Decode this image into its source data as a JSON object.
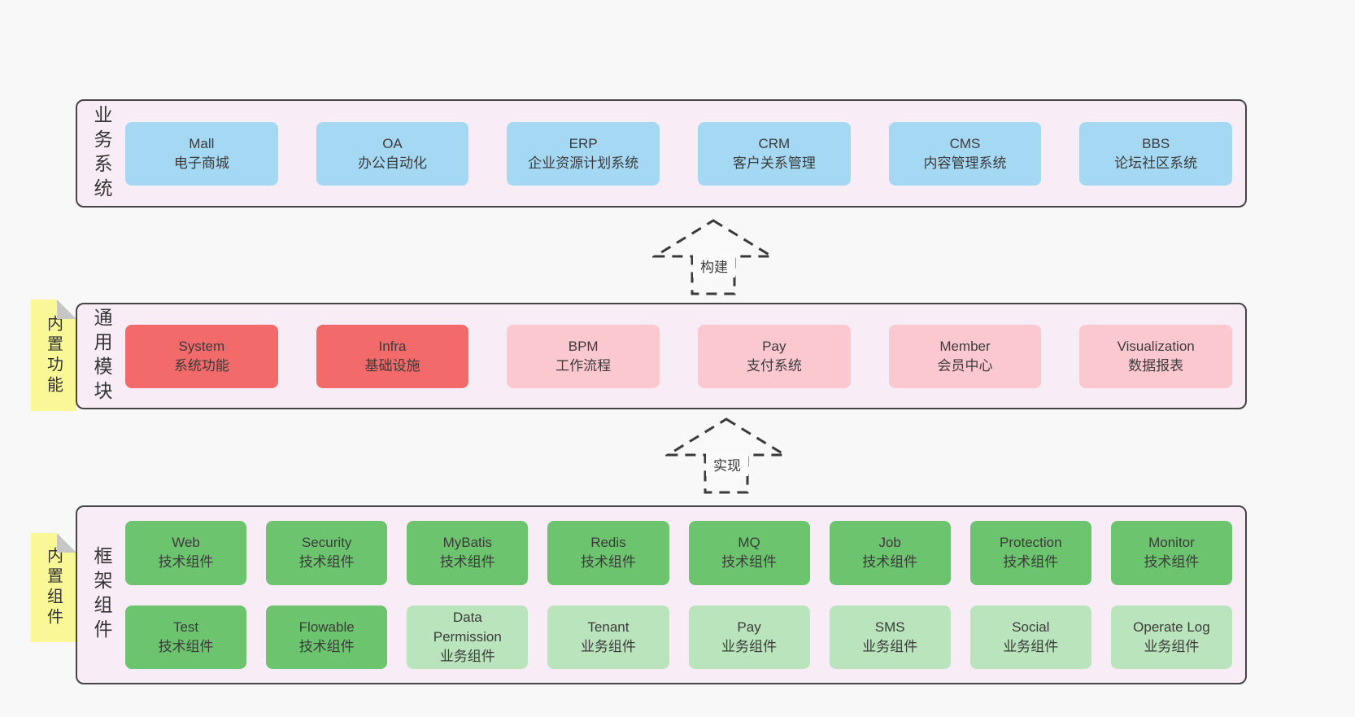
{
  "diagram": {
    "layers": [
      {
        "label": "业务系统",
        "boxes": [
          {
            "title": "Mall",
            "subtitle": "电子商城"
          },
          {
            "title": "OA",
            "subtitle": "办公自动化"
          },
          {
            "title": "ERP",
            "subtitle": "企业资源计划系统"
          },
          {
            "title": "CRM",
            "subtitle": "客户关系管理"
          },
          {
            "title": "CMS",
            "subtitle": "内容管理系统"
          },
          {
            "title": "BBS",
            "subtitle": "论坛社区系统"
          }
        ]
      },
      {
        "label": "通用模块",
        "note": "内置功能",
        "boxes": [
          {
            "title": "System",
            "subtitle": "系统功能"
          },
          {
            "title": "Infra",
            "subtitle": "基础设施"
          },
          {
            "title": "BPM",
            "subtitle": "工作流程"
          },
          {
            "title": "Pay",
            "subtitle": "支付系统"
          },
          {
            "title": "Member",
            "subtitle": "会员中心"
          },
          {
            "title": "Visualization",
            "subtitle": "数据报表"
          }
        ]
      },
      {
        "label": "框架组件",
        "note": "内置组件",
        "row1": [
          {
            "title": "Web",
            "subtitle": "技术组件"
          },
          {
            "title": "Security",
            "subtitle": "技术组件"
          },
          {
            "title": "MyBatis",
            "subtitle": "技术组件"
          },
          {
            "title": "Redis",
            "subtitle": "技术组件"
          },
          {
            "title": "MQ",
            "subtitle": "技术组件"
          },
          {
            "title": "Job",
            "subtitle": "技术组件"
          },
          {
            "title": "Protection",
            "subtitle": "技术组件"
          },
          {
            "title": "Monitor",
            "subtitle": "技术组件"
          }
        ],
        "row2": [
          {
            "title": "Test",
            "subtitle": "技术组件"
          },
          {
            "title": "Flowable",
            "subtitle": "技术组件"
          },
          {
            "title": "Data Permission",
            "subtitle": "业务组件"
          },
          {
            "title": "Tenant",
            "subtitle": "业务组件"
          },
          {
            "title": "Pay",
            "subtitle": "业务组件"
          },
          {
            "title": "SMS",
            "subtitle": "业务组件"
          },
          {
            "title": "Social",
            "subtitle": "业务组件"
          },
          {
            "title": "Operate Log",
            "subtitle": "业务组件"
          }
        ]
      }
    ],
    "arrows": [
      {
        "label": "构建"
      },
      {
        "label": "实现"
      }
    ],
    "colors": {
      "business_box": "#a5d8f3",
      "core_module_box": "#f26a6a",
      "optional_module_box": "#fcc8d0",
      "tech_component_box": "#6cc46e",
      "biz_component_box": "#bae4bc",
      "sticky_note": "#faf896",
      "container_bg": "#f8edf6",
      "page_bg": "#f8f8f8"
    }
  }
}
